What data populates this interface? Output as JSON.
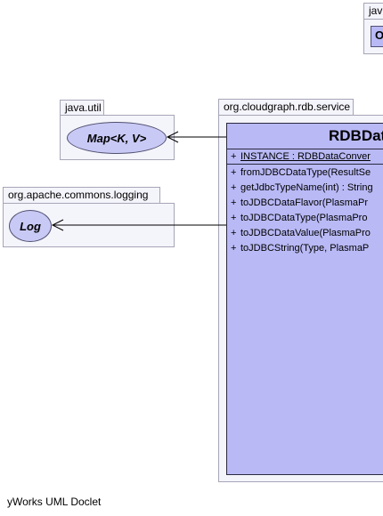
{
  "packages": {
    "java_top": {
      "tab_label": "jav",
      "class_label": "O"
    },
    "java_util": {
      "tab_label": "java.util",
      "class_label": "Map<K, V>"
    },
    "commons_logging": {
      "tab_label": "org.apache.commons.logging",
      "class_label": "Log"
    },
    "rdb_service": {
      "tab_label": "org.cloudgraph.rdb.service"
    }
  },
  "main_class": {
    "name": "RDBDat",
    "fields": [
      {
        "visibility": "+",
        "text": "INSTANCE : RDBDataConver",
        "static": true
      }
    ],
    "methods": [
      {
        "visibility": "+",
        "text": "fromJDBCDataType(ResultSe"
      },
      {
        "visibility": "+",
        "text": "getJdbcTypeName(int) : String"
      },
      {
        "visibility": "+",
        "text": "toJDBCDataFlavor(PlasmaPr"
      },
      {
        "visibility": "+",
        "text": "toJDBCDataType(PlasmaPro"
      },
      {
        "visibility": "+",
        "text": "toJDBCDataValue(PlasmaPro"
      },
      {
        "visibility": "+",
        "text": "toJDBCString(Type, PlasmaP"
      }
    ]
  },
  "footer": {
    "text": "yWorks UML Doclet"
  },
  "colors": {
    "package_fill": "#f4f4fb",
    "package_border": "#a6a6b6",
    "class_fill": "#b9b9f6",
    "ellipse_fill": "#c9c9f6"
  }
}
